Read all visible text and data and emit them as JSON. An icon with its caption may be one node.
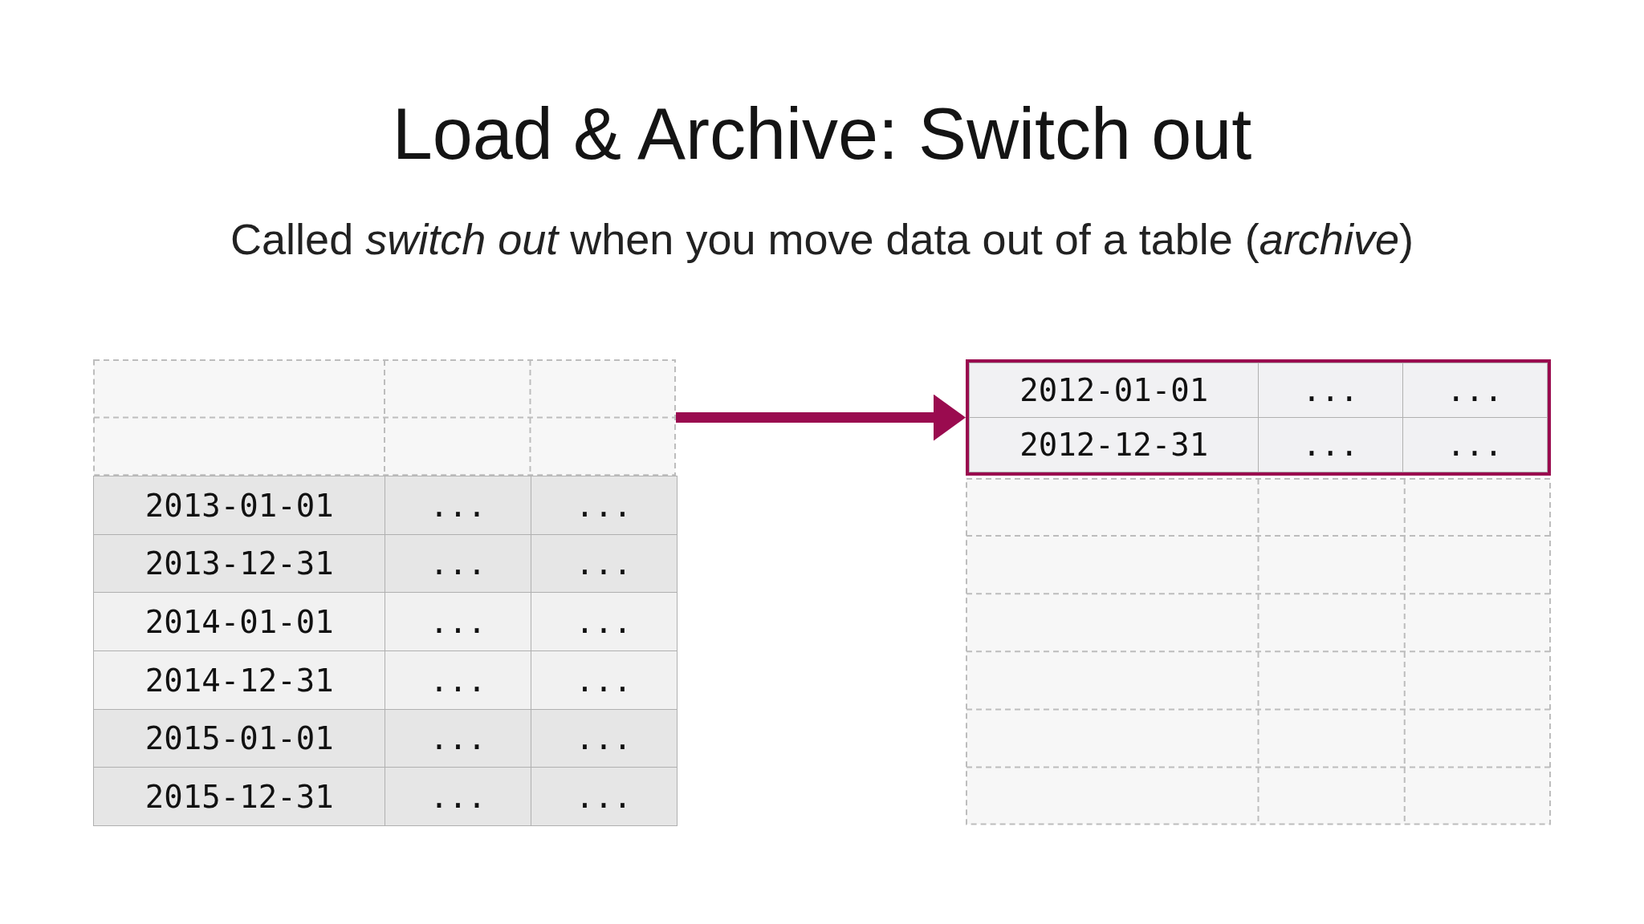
{
  "diagram": {
    "title": "Load & Archive: Switch out",
    "nodes": [
      {
        "text": [],
        "shape": "box"
      },
      {
        "text": [
          "2012-01-01",
          "...",
          "...",
          "2012-12-31",
          "...",
          "..."
        ]
      }
    ],
    "edges": [
      {
        "from": 0,
        "to": 1,
        "arrow": "to"
      }
    ],
    "labels": [
      "Called *switch out* when you move data out of a table (*archive*)",
      "2013-01-01",
      "...",
      "...",
      "2013-12-31",
      "...",
      "...",
      "2014-01-01",
      "...",
      "...",
      "2014-12-31",
      "...",
      "...",
      "2015-01-01",
      "...",
      "...",
      "2015-12-31",
      "...",
      "..."
    ]
  }
}
